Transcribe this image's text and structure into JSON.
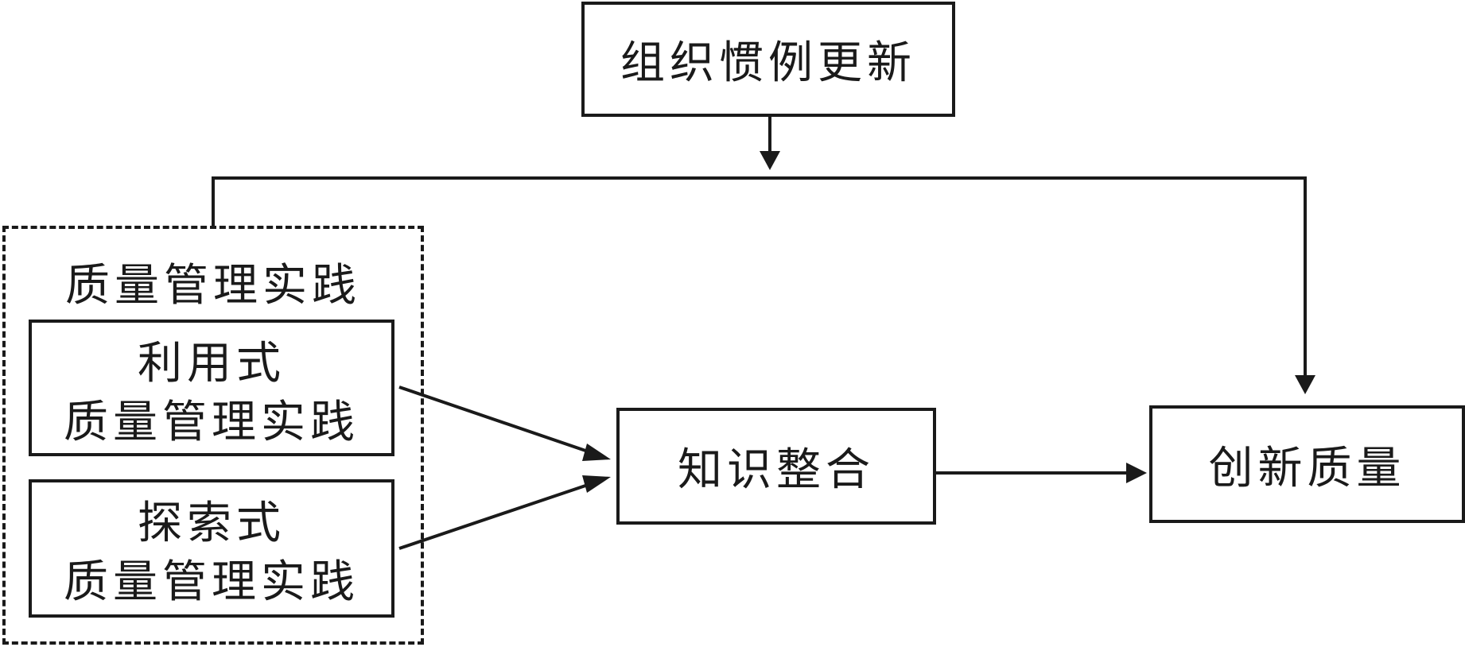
{
  "nodes": {
    "org_routine_renewal": "组织惯例更新",
    "qm_practice_group": "质量管理实践",
    "exploitative_qm": {
      "line1": "利用式",
      "line2": "质量管理实践"
    },
    "exploratory_qm": {
      "line1": "探索式",
      "line2": "质量管理实践"
    },
    "knowledge_integration": "知识整合",
    "innovation_quality": "创新质量"
  }
}
